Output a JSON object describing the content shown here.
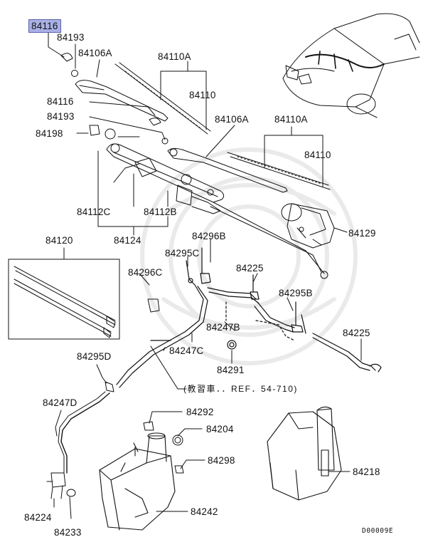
{
  "diagram": {
    "parts": [
      {
        "id": "hl-84116",
        "number": "84116"
      },
      {
        "id": "84193-top",
        "number": "84193"
      },
      {
        "id": "84106A-top",
        "number": "84106A"
      },
      {
        "id": "84110A-top",
        "number": "84110A"
      },
      {
        "id": "84110-top",
        "number": "84110"
      },
      {
        "id": "84116-b",
        "number": "84116"
      },
      {
        "id": "84193-b",
        "number": "84193"
      },
      {
        "id": "84198",
        "number": "84198"
      },
      {
        "id": "84106A-r",
        "number": "84106A"
      },
      {
        "id": "84110A-r",
        "number": "84110A"
      },
      {
        "id": "84110-r",
        "number": "84110"
      },
      {
        "id": "84112C",
        "number": "84112C"
      },
      {
        "id": "84112B",
        "number": "84112B"
      },
      {
        "id": "84124",
        "number": "84124"
      },
      {
        "id": "84129",
        "number": "84129"
      },
      {
        "id": "84120",
        "number": "84120"
      },
      {
        "id": "84296B",
        "number": "84296B"
      },
      {
        "id": "84295C",
        "number": "84295C"
      },
      {
        "id": "84296C",
        "number": "84296C"
      },
      {
        "id": "84225-a",
        "number": "84225"
      },
      {
        "id": "84295B",
        "number": "84295B"
      },
      {
        "id": "84247B",
        "number": "84247B"
      },
      {
        "id": "84225-b",
        "number": "84225"
      },
      {
        "id": "84247C",
        "number": "84247C"
      },
      {
        "id": "84295D",
        "number": "84295D"
      },
      {
        "id": "84291",
        "number": "84291"
      },
      {
        "id": "84247D",
        "number": "84247D"
      },
      {
        "id": "84292",
        "number": "84292"
      },
      {
        "id": "84204",
        "number": "84204"
      },
      {
        "id": "84298",
        "number": "84298"
      },
      {
        "id": "84218",
        "number": "84218"
      },
      {
        "id": "84224",
        "number": "84224"
      },
      {
        "id": "84242",
        "number": "84242"
      },
      {
        "id": "84233",
        "number": "84233"
      }
    ],
    "reference_note": "(教習車．．REF．54-710)",
    "drawing_code": "D00009E"
  }
}
